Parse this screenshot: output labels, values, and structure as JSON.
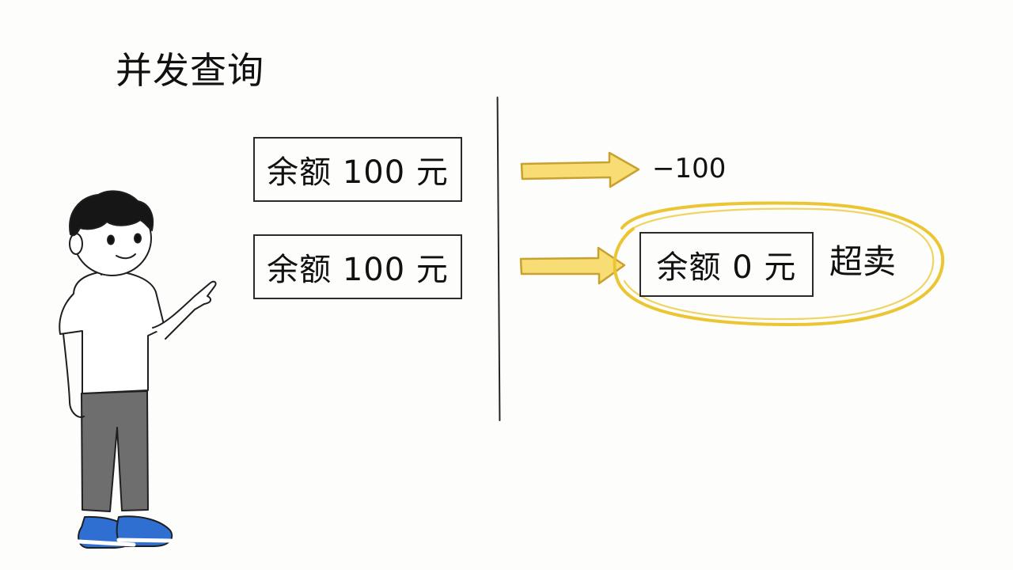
{
  "title": "并发查询",
  "left": {
    "balance_1": "余额 100 元",
    "balance_2": "余额 100 元"
  },
  "right": {
    "change": "−100",
    "balance_result": "余额 0 元",
    "status": "超卖"
  },
  "colors": {
    "arrow_fill": "#f7dd74",
    "arrow_stroke": "#c9a12e",
    "highlight": "#ebc632",
    "ink": "#222222",
    "pants": "#6e6e6e",
    "shoes": "#2f6fd1",
    "hair": "#161616"
  },
  "icons": {
    "arrow": "arrow-right-icon",
    "person": "person-illustration"
  }
}
